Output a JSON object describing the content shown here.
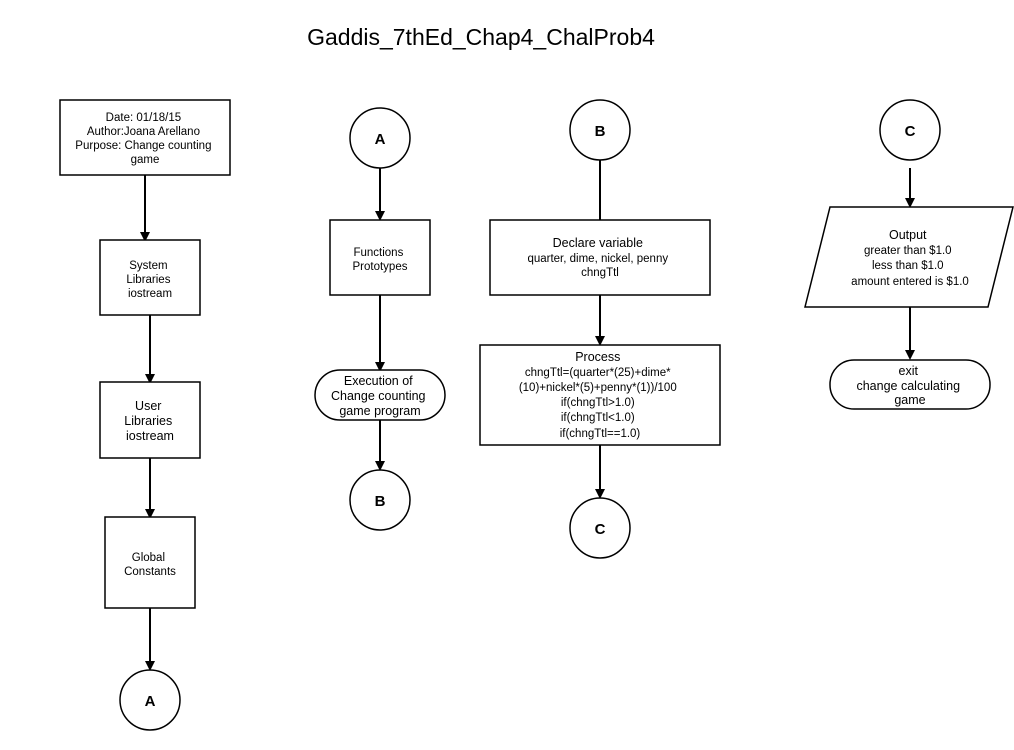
{
  "diagram": {
    "title": "Gaddis_7thEd_Chap4_ChalProb4",
    "header_box": [
      "Date: 01/18/15",
      "Author:Joana Arellano",
      "Purpose: Change counting",
      "game"
    ],
    "system_libraries": [
      "System",
      "Libraries",
      "iostream"
    ],
    "user_libraries": [
      "User",
      "Libraries",
      "iostream"
    ],
    "global_constants": [
      "Global",
      "Constants"
    ],
    "functions_prototypes": [
      "Functions",
      "Prototypes"
    ],
    "execution": [
      "Execution of",
      "Change counting",
      "game program"
    ],
    "declare": [
      "Declare variable",
      "quarter, dime, nickel, penny",
      "chngTtl"
    ],
    "process": [
      "Process",
      "chngTtl=(quarter*(25)+dime*",
      "(10)+nickel*(5)+penny*(1))/100",
      "if(chngTtl>1.0)",
      "if(chngTtl<1.0)",
      "if(chngTtl==1.0)"
    ],
    "output": [
      "Output",
      "greater than $1.0",
      "less than $1.0",
      "amount entered is $1.0"
    ],
    "exit": [
      "exit",
      "change calculating",
      "game"
    ],
    "connector_a": "A",
    "connector_b": "B",
    "connector_c": "C"
  }
}
